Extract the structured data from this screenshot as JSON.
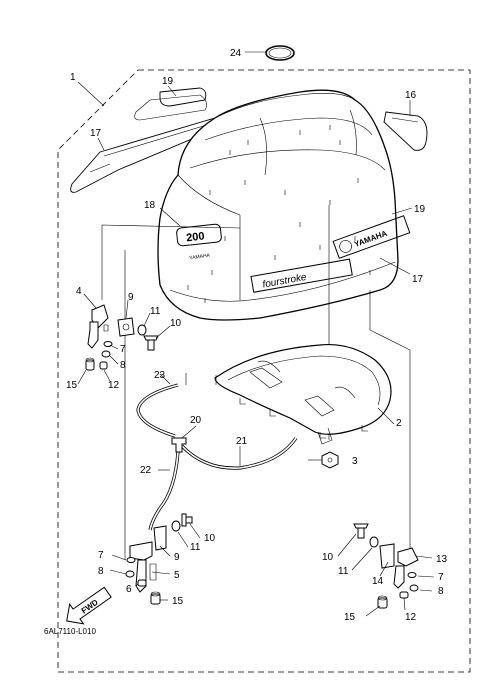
{
  "diagram_code": "6AL7110-L010",
  "fwd_label": "FWD",
  "cowling_text": {
    "decal_side": "fourstroke",
    "decal_badge": "YAMAHA",
    "decal_large": "YAMAHA",
    "power_digits": "200"
  },
  "callouts": {
    "c1": "1",
    "c2": "2",
    "c3": "3",
    "c4": "4",
    "c5": "5",
    "c6": "6",
    "c7a": "7",
    "c7b": "7",
    "c7c": "7",
    "c8a": "8",
    "c8b": "8",
    "c8c": "8",
    "c9a": "9",
    "c9b": "9",
    "c10a": "10",
    "c10b": "10",
    "c10c": "10",
    "c11a": "11",
    "c11b": "11",
    "c11c": "11",
    "c12a": "12",
    "c12b": "12",
    "c13": "13",
    "c14": "14",
    "c15a": "15",
    "c15b": "15",
    "c15c": "15",
    "c16": "16",
    "c17a": "17",
    "c17b": "17",
    "c18": "18",
    "c19a": "19",
    "c19b": "19",
    "c20": "20",
    "c21": "21",
    "c22": "22",
    "c23": "23",
    "c24": "24"
  }
}
